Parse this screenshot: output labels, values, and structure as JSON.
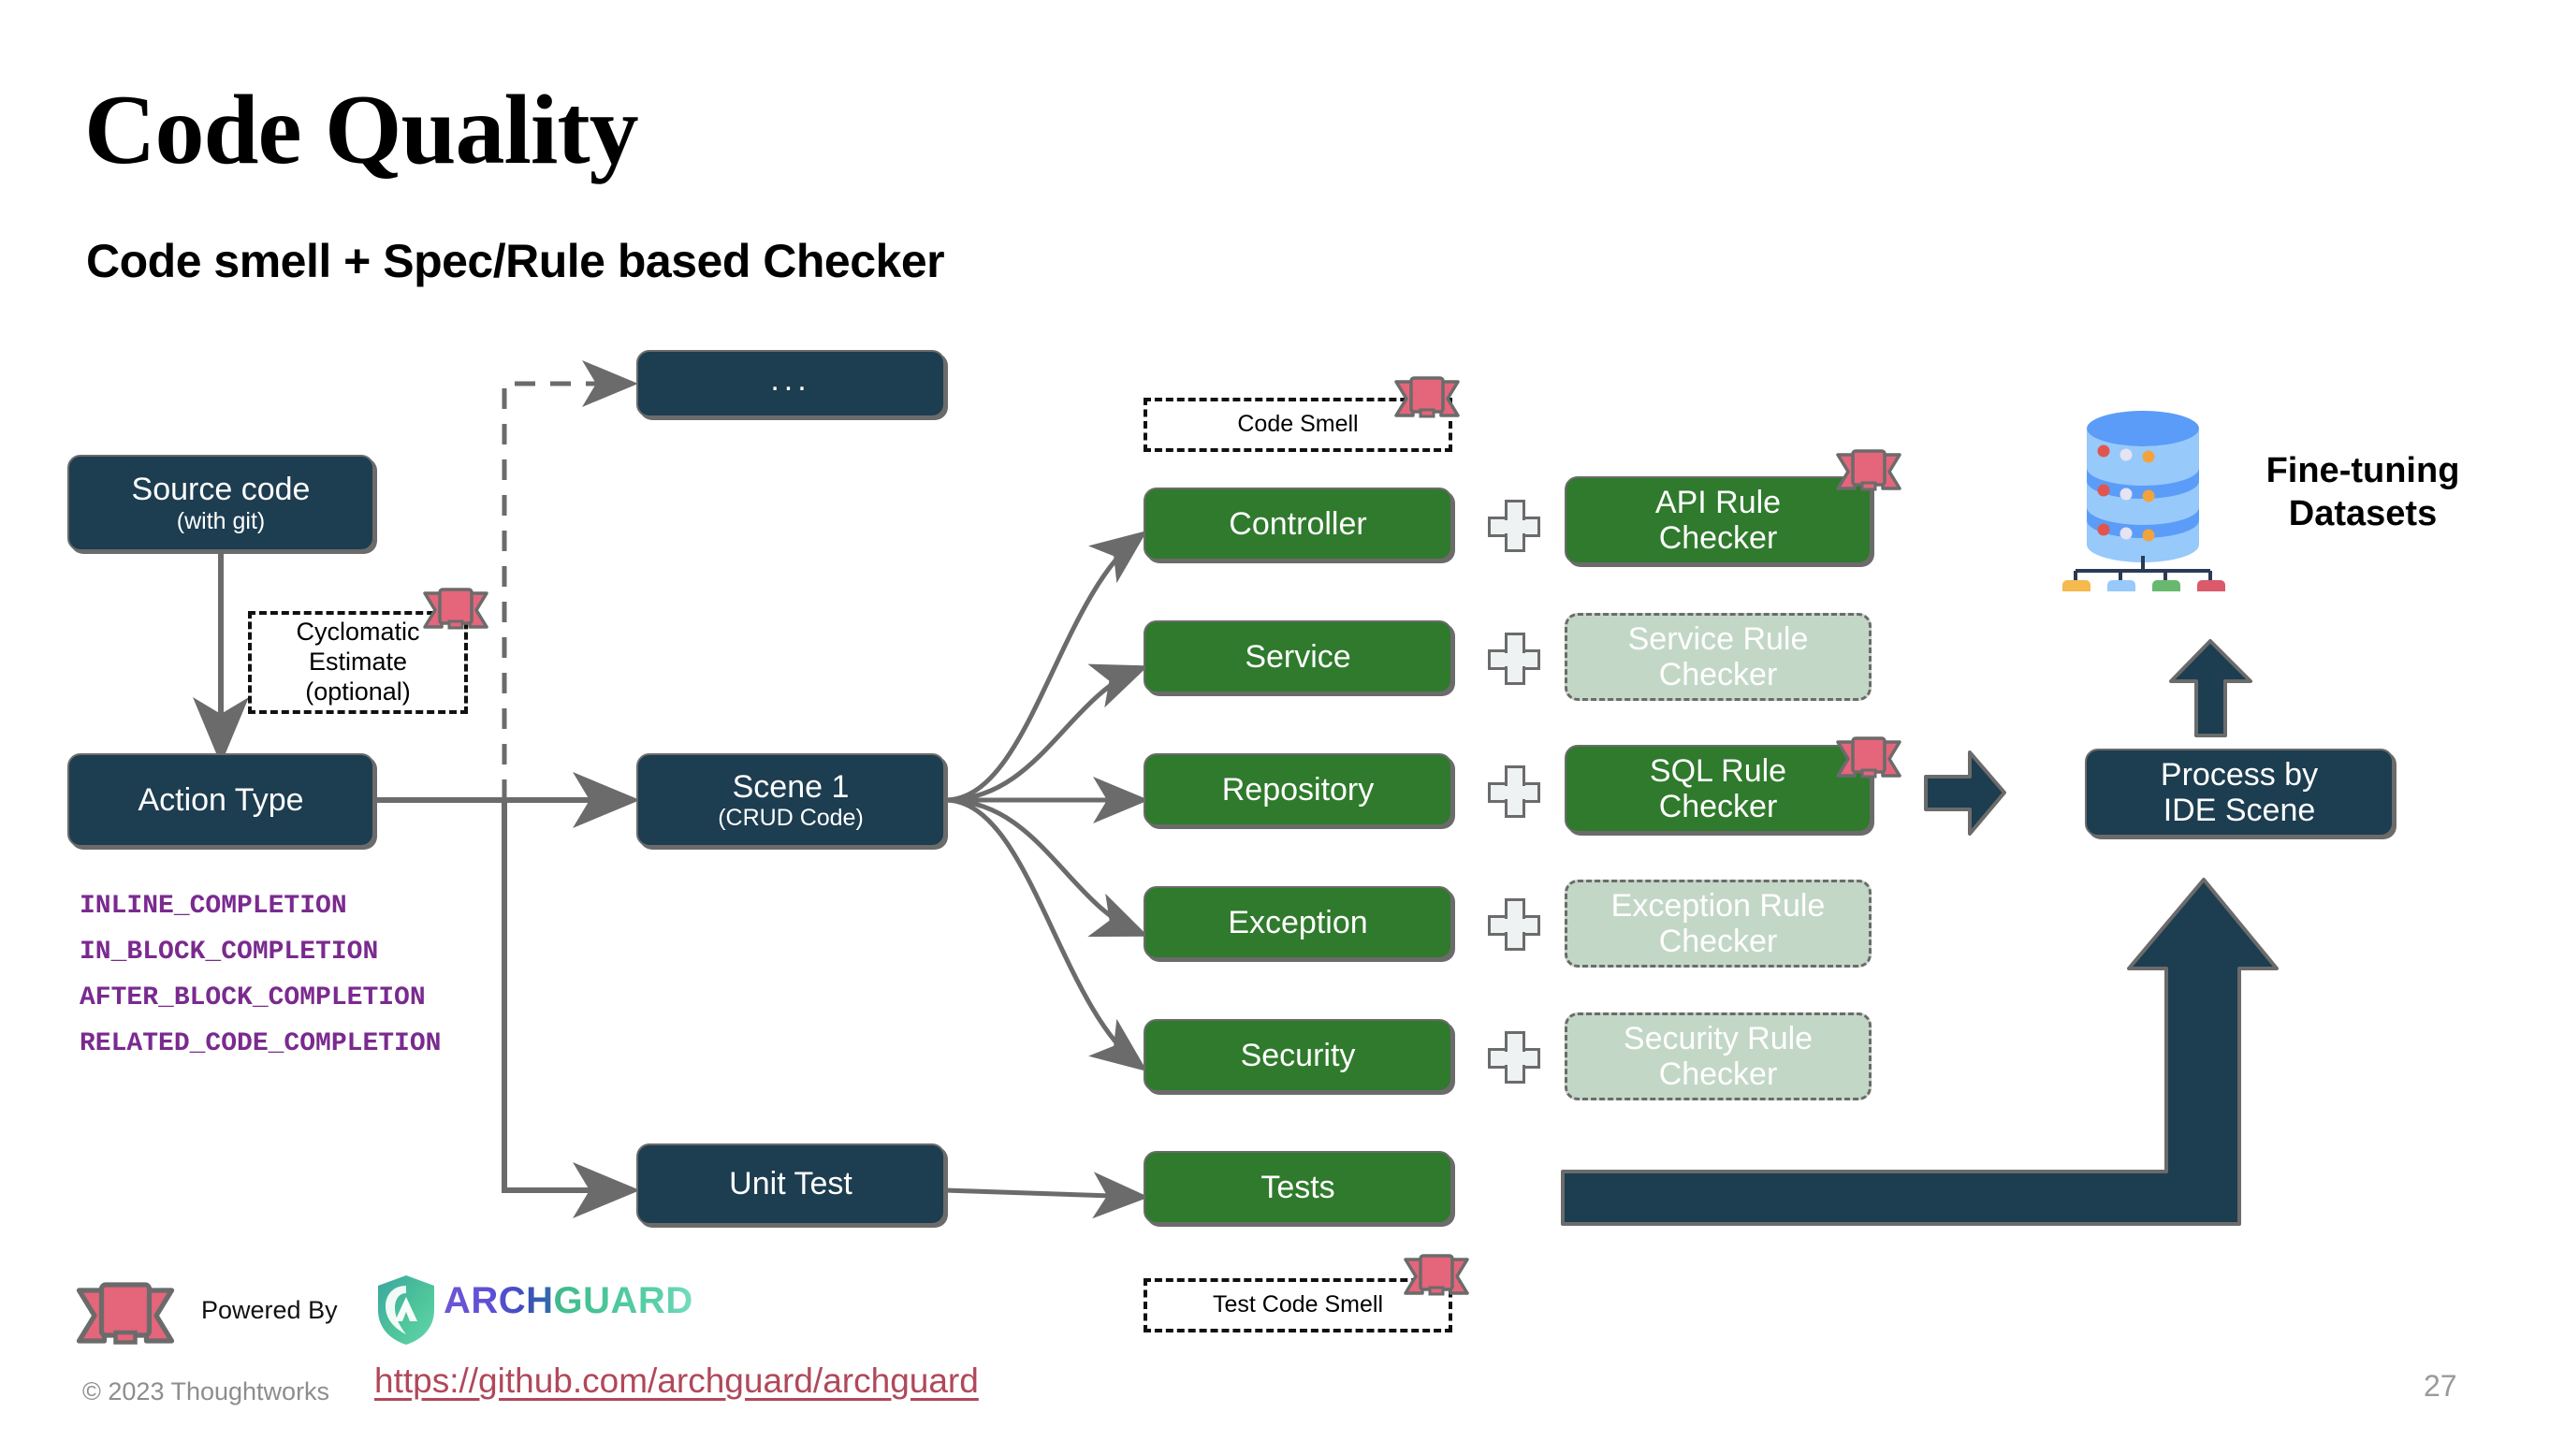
{
  "slide": {
    "title": "Code Quality",
    "subtitle": "Code smell + Spec/Rule based Checker",
    "page_number": "27"
  },
  "colors": {
    "navy": "#1d3d50",
    "green": "#2f7a2c",
    "ghost_green": "#c3d7c6",
    "ribbon_pink": "#e5657a",
    "link_red": "#b0485a",
    "completion_purple": "#7a2a8f",
    "connector_gray": "#6b6b6b"
  },
  "flow": {
    "source_code": {
      "title": "Source code",
      "subtitle": "(with git)"
    },
    "action_type": {
      "title": "Action Type"
    },
    "ellipsis": {
      "title": "..."
    },
    "scene1": {
      "title": "Scene 1",
      "subtitle": "(CRUD Code)"
    },
    "unit_test": {
      "title": "Unit Test"
    },
    "process_ide": {
      "title": "Process by",
      "subtitle": "IDE Scene"
    },
    "fine_tuning_label": "Fine-tuning\nDatasets",
    "fine_tuning_line1": "Fine-tuning",
    "fine_tuning_line2": "Datasets"
  },
  "annotations": {
    "cyclomatic": "Cyclomatic\nEstimate\n(optional)",
    "cyclomatic_l1": "Cyclomatic",
    "cyclomatic_l2": "Estimate",
    "cyclomatic_l3": "(optional)",
    "code_smell": "Code Smell",
    "test_code_smell": "Test Code Smell"
  },
  "completions": [
    "INLINE_COMPLETION",
    "IN_BLOCK_COMPLETION",
    "AFTER_BLOCK_COMPLETION",
    "RELATED_CODE_COMPLETION"
  ],
  "scene_rows": [
    {
      "code": "Controller",
      "checker_l1": "API Rule",
      "checker_l2": "Checker",
      "checker_enabled": true,
      "has_ribbon": true
    },
    {
      "code": "Service",
      "checker_l1": "Service Rule",
      "checker_l2": "Checker",
      "checker_enabled": false,
      "has_ribbon": false
    },
    {
      "code": "Repository",
      "checker_l1": "SQL Rule",
      "checker_l2": "Checker",
      "checker_enabled": true,
      "has_ribbon": true
    },
    {
      "code": "Exception",
      "checker_l1": "Exception Rule",
      "checker_l2": "Checker",
      "checker_enabled": false,
      "has_ribbon": false
    },
    {
      "code": "Security",
      "checker_l1": "Security Rule",
      "checker_l2": "Checker",
      "checker_enabled": false,
      "has_ribbon": false
    }
  ],
  "tests_node": {
    "title": "Tests"
  },
  "footer": {
    "powered_by": "Powered By",
    "logo_part1": "ARCH",
    "logo_part2": "GUARD",
    "copyright": "© 2023 Thoughtworks",
    "repo_url": "https://github.com/archguard/archguard"
  }
}
